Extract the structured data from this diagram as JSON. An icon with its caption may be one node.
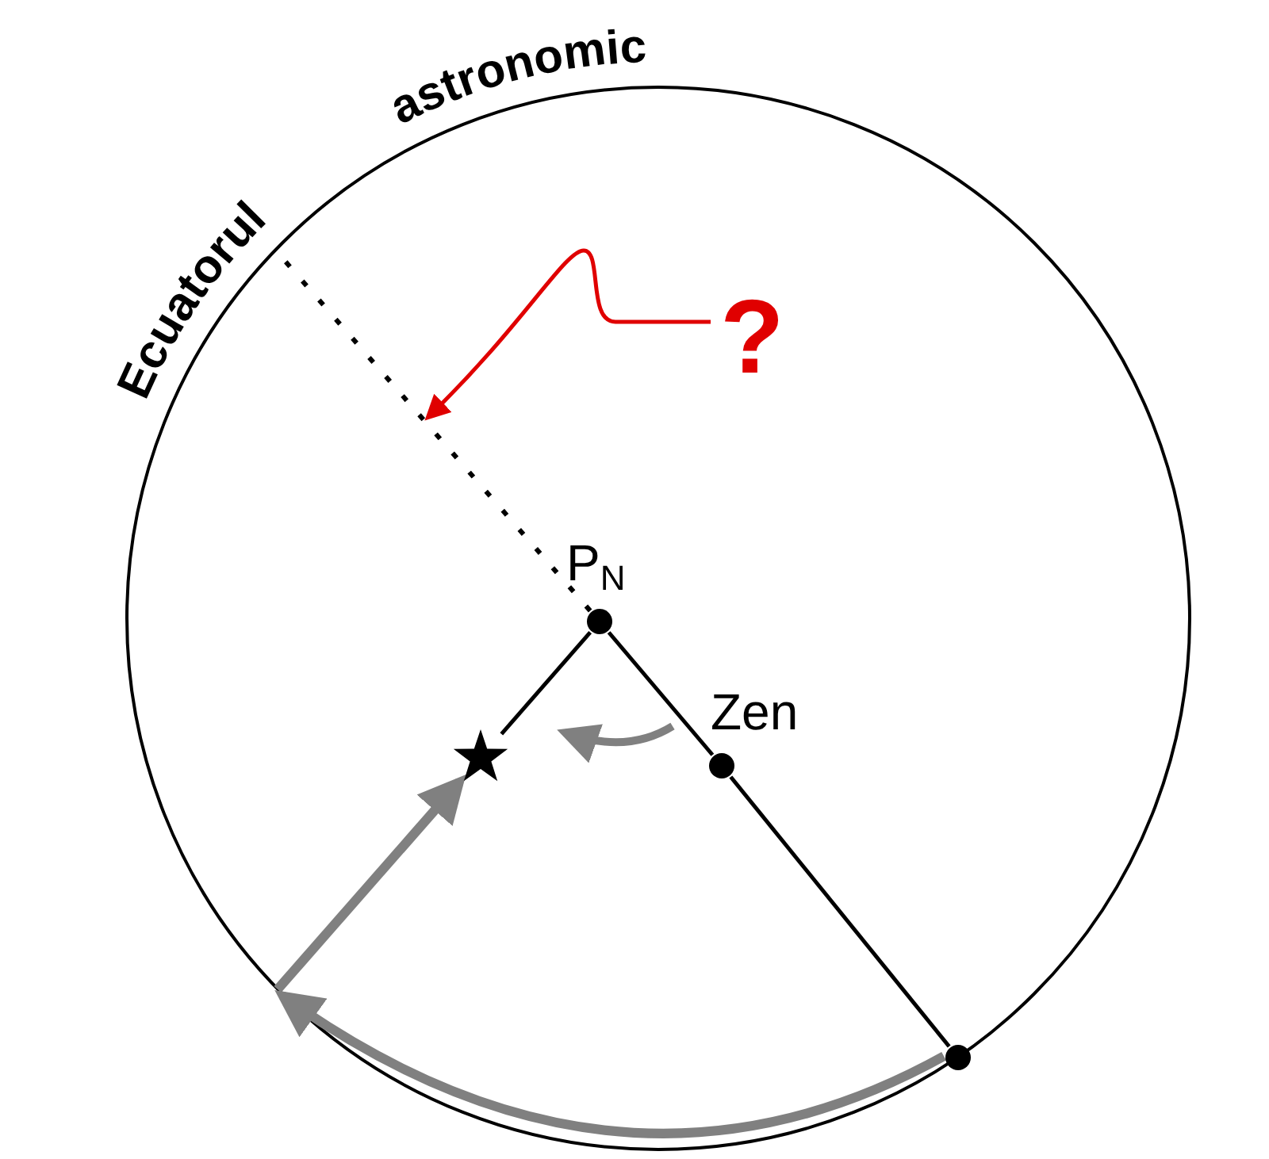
{
  "diagram": {
    "nodes": [
      {
        "text": [
          "Ecuatorul astronomic"
        ]
      },
      {
        "text": [
          "P$_{N}$"
        ],
        "in": 0
      },
      {
        "text": [
          "Zen"
        ],
        "in": 0
      },
      {
        "text": [],
        "shape": "star",
        "in": 0
      },
      {
        "text": [],
        "shape": "circle",
        "in": 0
      },
      {
        "text": [
          "?"
        ],
        "in": 0
      }
    ],
    "edges": [
      {
        "from": 1,
        "to": 0,
        "arrow": "none",
        "style": "dashed"
      },
      {
        "from": 5,
        "to": null,
        "arrow": "to",
        "color": "#e00000"
      },
      {
        "from": 1,
        "to": 3,
        "arrow": "none"
      },
      {
        "from": 1,
        "to": 2,
        "arrow": "none"
      },
      {
        "from": 2,
        "to": 4,
        "arrow": "none"
      },
      {
        "from": 4,
        "to": 0,
        "arrow": "to",
        "style": "thick",
        "color": "#808080"
      },
      {
        "from": 0,
        "to": 3,
        "arrow": "to",
        "style": "thick",
        "color": "#808080"
      }
    ]
  }
}
